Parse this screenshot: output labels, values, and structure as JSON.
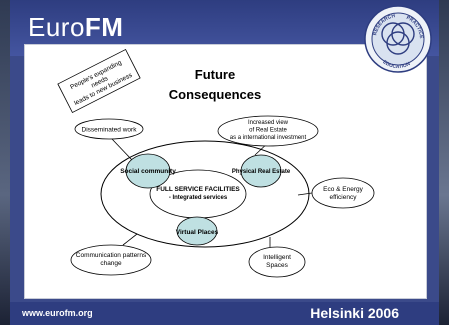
{
  "header": {
    "brand_prefix": "Euro",
    "brand_suffix": "FM",
    "badge": {
      "label_top": "RESEARCH",
      "label_right": "PRACTICE",
      "label_bottom": "EDUCATION"
    }
  },
  "diagram": {
    "title_line1": "Future",
    "title_line2": "Consequences",
    "note": [
      "People's expanding",
      "needs",
      "leads to new business"
    ],
    "center_line1": "FULL SERVICE FACILITIES",
    "center_line2": "- Integrated services",
    "nodes": {
      "social": "Social community",
      "physical": "Physical Real Estate",
      "virtual": "Virtual Places"
    },
    "outer": {
      "disseminated": "Disseminated work",
      "real_estate": [
        "Increased view",
        "of Real Estate",
        "as a international investment"
      ],
      "eco": [
        "Eco & Energy",
        "efficiency"
      ],
      "intelligent": [
        "Intelligent",
        "Spaces"
      ],
      "communication": [
        "Communication patterns",
        "change"
      ]
    }
  },
  "footer": {
    "url": "www.eurofm.org",
    "city": "Helsinki 2006"
  },
  "colors": {
    "slide_blue": "#3b4a8a",
    "node_fill": "#bfe0e2"
  }
}
